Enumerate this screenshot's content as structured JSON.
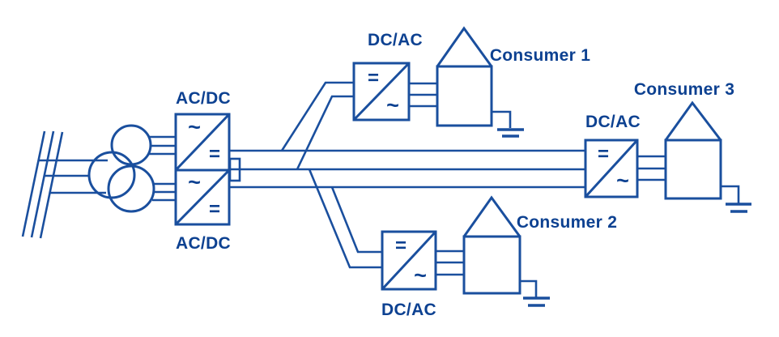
{
  "colors": {
    "line": "#1A4F9E",
    "text": "#0D4191",
    "background": "#FFFFFF"
  },
  "symbols": {
    "ac": "~",
    "dc": "="
  },
  "converters": {
    "acdc_top": {
      "label": "AC/DC"
    },
    "acdc_bottom": {
      "label": "AC/DC"
    },
    "dcac_consumer1": {
      "label": "DC/AC"
    },
    "dcac_consumer2": {
      "label": "DC/AC"
    },
    "dcac_consumer3": {
      "label": "DC/AC"
    }
  },
  "consumers": {
    "consumer1": {
      "label": "Consumer 1"
    },
    "consumer2": {
      "label": "Consumer 2"
    },
    "consumer3": {
      "label": "Consumer 3"
    }
  }
}
